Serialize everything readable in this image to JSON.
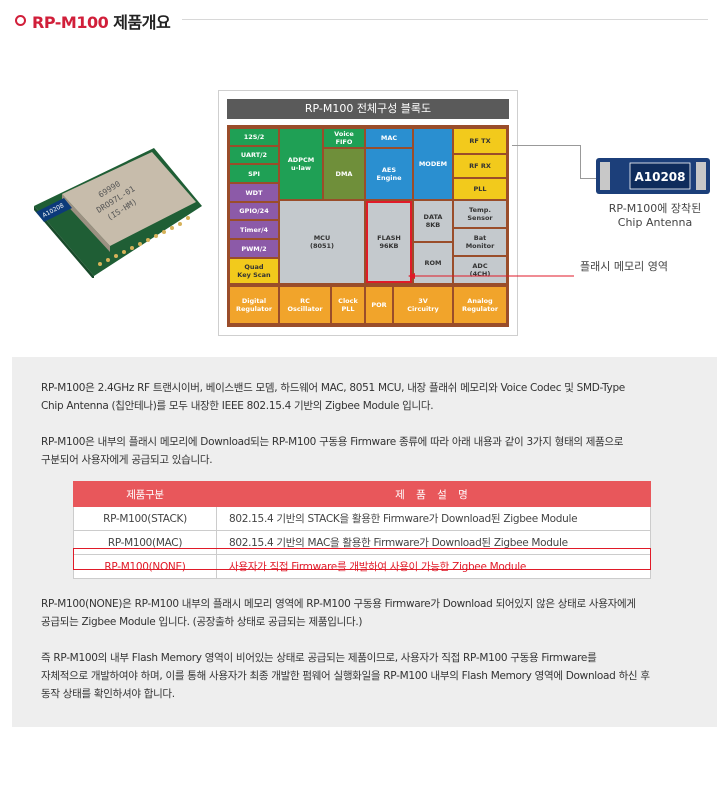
{
  "header": {
    "model": "RP-M100",
    "rest": " 제품개요"
  },
  "diagram": {
    "title": "RP-M100 전체구성 블록도",
    "blocks": {
      "i2s": "12S/2",
      "uart": "UART/2",
      "spi": "SPI",
      "wdt": "WDT",
      "gpio": "GPIO/24",
      "timer": "Timer/4",
      "pwm": "PWM/2",
      "quad": "Quad\nKey Scan",
      "adpcm": "ADPCM\nu-law",
      "voice": "Voice\nFIFO",
      "dma": "DMA",
      "mac": "MAC",
      "aes": "AES\nEngine",
      "modem": "MODEM",
      "rftx": "RF TX",
      "rfrx": "RF RX",
      "pll": "PLL",
      "temp": "Temp.\nSensor",
      "bat": "Bat\nMonitor",
      "adc": "ADC\n(4CH)",
      "mcu": "MCU\n(8051)",
      "flash": "FLASH\n96KB",
      "data": "DATA\n8KB",
      "rom": "ROM",
      "dreg": "Digital\nRegulator",
      "rc": "RC\nOscillator",
      "clock": "Clock\nPLL",
      "por": "POR",
      "v3": "3V\nCircuitry",
      "areg": "Analog\nRegulator"
    }
  },
  "chip_marking": [
    "69990",
    "DRO97L-01",
    "(IS-HM)",
    "A10208"
  ],
  "antenna": {
    "marking": "A10208",
    "caption_line1": "RP-M100에 장착된",
    "caption_line2": "Chip Antenna"
  },
  "flash_pointer_label": "플래시 메모리 영역",
  "description": {
    "p1_l1": "RP-M100은 2.4GHz RF 트랜시이버, 베이스밴드 모뎀, 하드웨어 MAC, 8051 MCU, 내장 플래쉬 메모리와 Voice Codec 및 SMD-Type",
    "p1_l2": "Chip Antenna (칩안테나)를 모두 내장한 IEEE 802.15.4 기반의 Zigbee Module 입니다.",
    "p2_l1": "RP-M100은 내부의 플래시 메모리에 Download되는 RP-M100 구동용 Firmware 종류에 따라 아래 내용과 같이 3가지 형태의 제품으로",
    "p2_l2": "구분되어 사용자에게 공급되고 있습니다.",
    "p3_l1": "RP-M100(NONE)은 RP-M100 내부의 플래시 메모리 영역에 RP-M100 구동용 Firmware가 Download 되어있지 않은 상태로 사용자에게",
    "p3_l2": "공급되는 Zigbee Module 입니다. (공장출하 상태로 공급되는 제품입니다.)",
    "p4_l1": "즉 RP-M100의 내부 Flash Memory 영역이 비어있는 상태로 공급되는 제품이므로, 사용자가 직접 RP-M100 구동용  Firmware를",
    "p4_l2": "자체적으로 개발하여야 하며, 이를 통해 사용자가 최종 개발한 펌웨어 실행화일을 RP-M100 내부의 Flash Memory 영역에 Download 하신 후",
    "p4_l3": "동작 상태를 확인하셔야 합니다."
  },
  "table": {
    "headers": [
      "제품구분",
      "제 품 설 명"
    ],
    "rows": [
      {
        "name": "RP-M100(STACK)",
        "desc": "802.15.4 기반의 STACK을 활용한 Firmware가 Download된 Zigbee Module"
      },
      {
        "name": "RP-M100(MAC)",
        "desc": "802.15.4 기반의 MAC을 활용한 Firmware가 Download된 Zigbee Module"
      },
      {
        "name": "RP-M100(NONE)",
        "desc": "사용자가 직접 Firmware를 개발하여 사용이 가능한 Zigbee Module"
      }
    ]
  },
  "colors": {
    "accent": "#d11f3a",
    "table_header": "#e8575b",
    "highlight": "#e01a28"
  }
}
